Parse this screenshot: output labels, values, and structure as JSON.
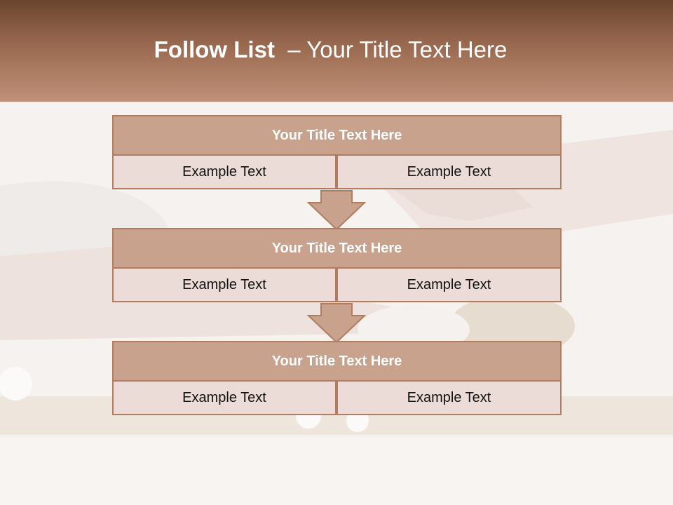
{
  "slide": {
    "title_bold": "Follow List",
    "title_rest": "  – Your Title Text Here"
  },
  "rows": [
    {
      "title": "Your Title Text Here",
      "left": "Example Text",
      "right": "Example Text"
    },
    {
      "title": "Your Title Text Here",
      "left": "Example Text",
      "right": "Example Text"
    },
    {
      "title": "Your Title Text Here",
      "left": "Example Text",
      "right": "Example Text"
    }
  ],
  "colors": {
    "header_dark": "#6b4530",
    "header_light": "#c09078",
    "title_bar": "#c8a28c",
    "cell_fill": "#ecdcd8",
    "border": "#b07d60"
  }
}
